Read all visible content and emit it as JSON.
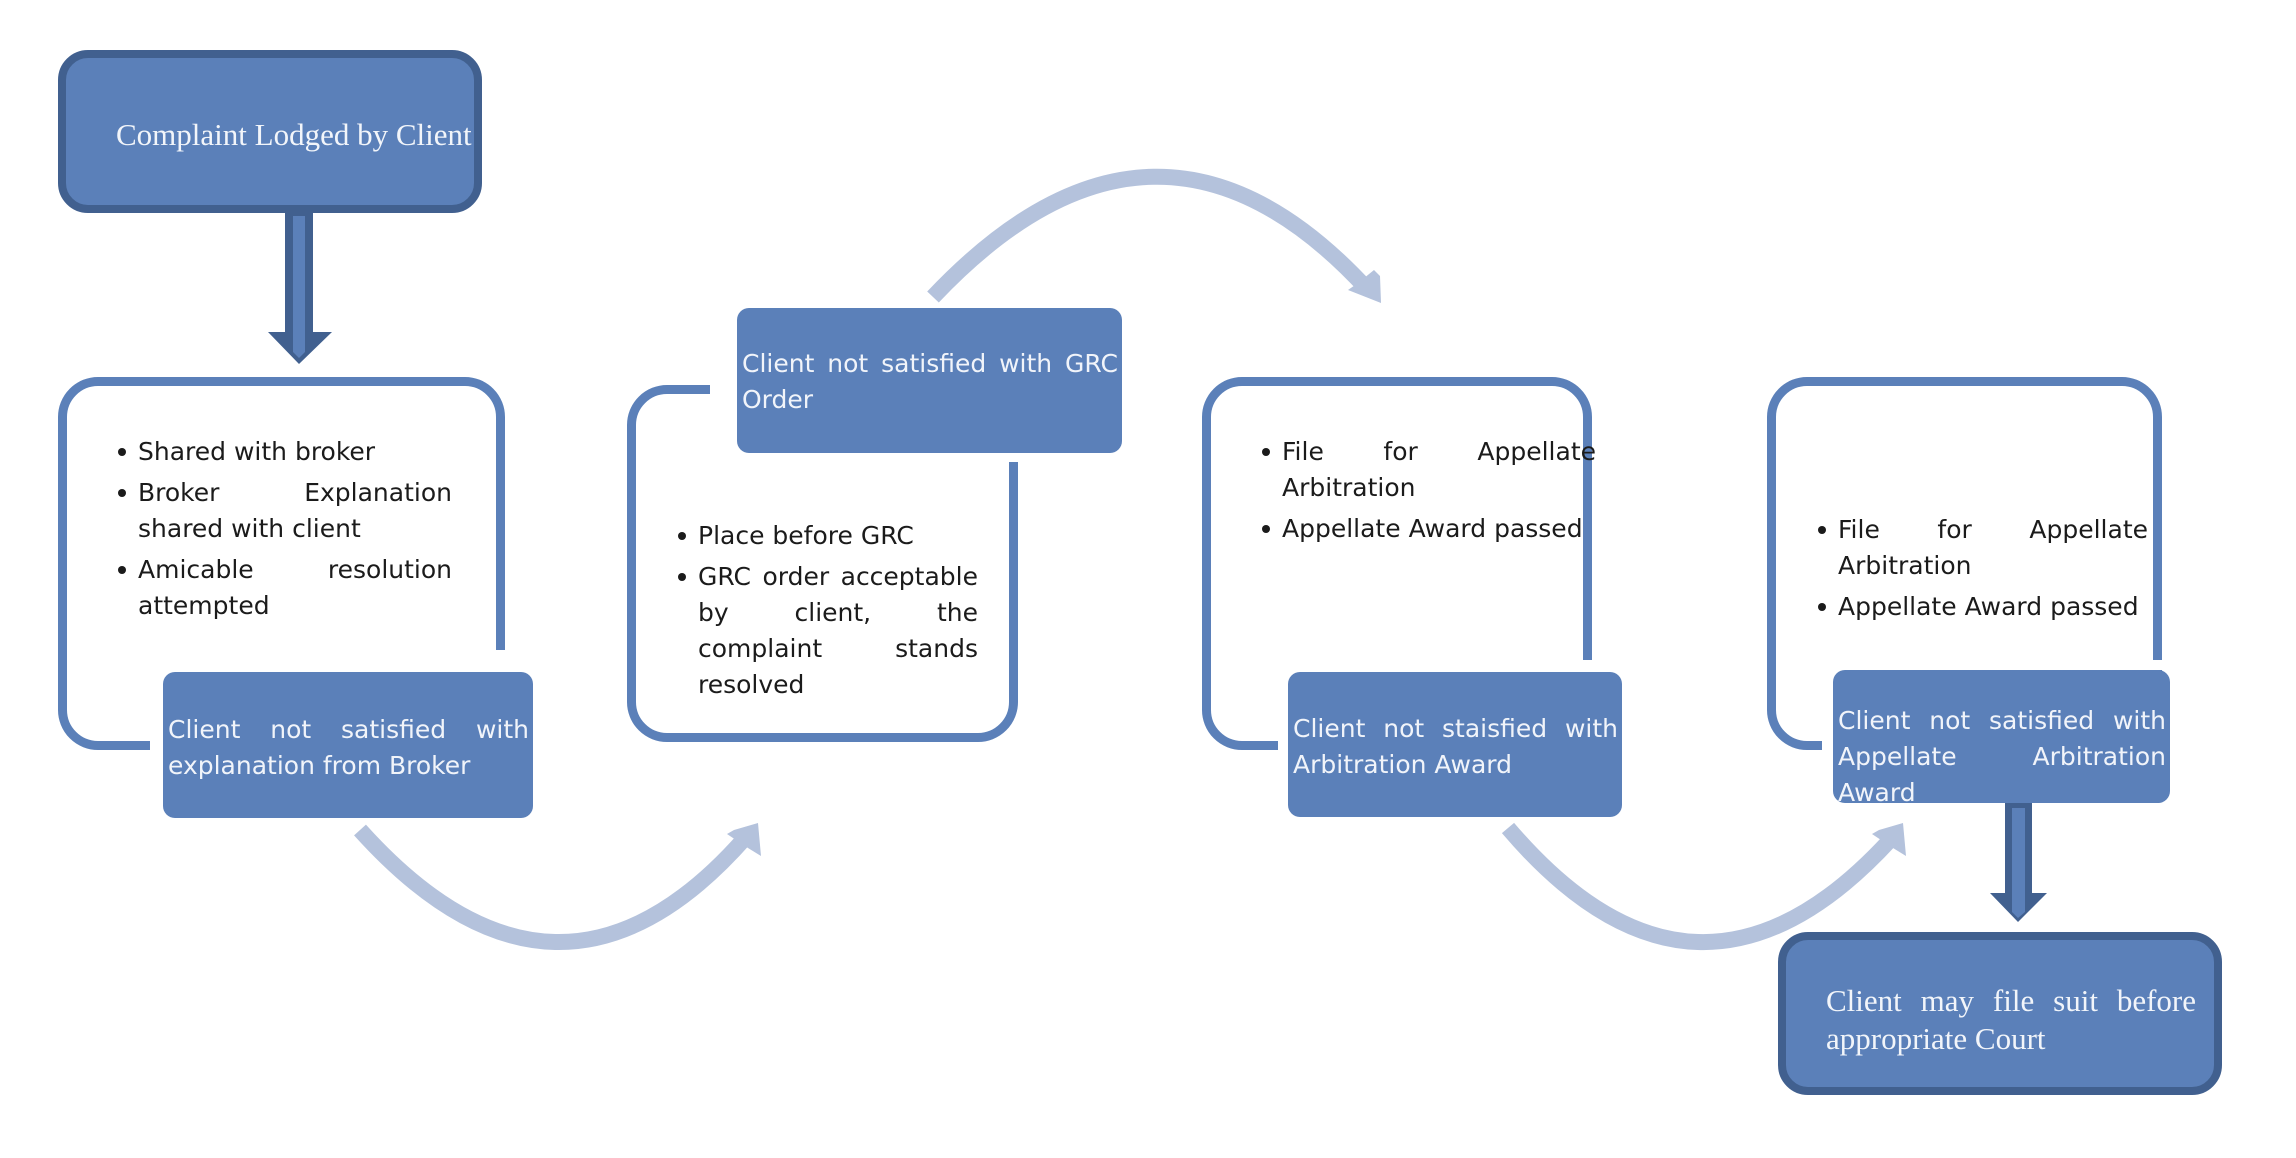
{
  "title": "Complaint resolution process flow",
  "colors": {
    "box_fill": "#5b80b9",
    "box_border": "#41608f",
    "frame_stroke": "#5b80b9",
    "connector_arc": "#b4c2dc",
    "bullet_text": "#1b1b1b",
    "label_text": "#f1f4fa"
  },
  "start": {
    "text": "Complaint Lodged by Client"
  },
  "stages": [
    {
      "bullets": [
        "Shared with broker",
        "Broker Explanation shared with client",
        "Amicable resolution attempted"
      ],
      "escalation": "Client not satisfied with explanation from Broker"
    },
    {
      "bullets": [
        "Place before GRC",
        "GRC order acceptable by client, the complaint stands resolved"
      ],
      "escalation": "Client not satisfied with GRC Order"
    },
    {
      "bullets": [
        "File for Appellate Arbitration",
        "Appellate Award passed"
      ],
      "escalation": "Client not staisfied with Arbitration Award"
    },
    {
      "bullets": [
        "File for Appellate Arbitration",
        "Appellate Award passed"
      ],
      "escalation": "Client not satisfied with Appellate Arbitration Award"
    }
  ],
  "end": {
    "text": "Client may file suit before appropriate Court"
  }
}
